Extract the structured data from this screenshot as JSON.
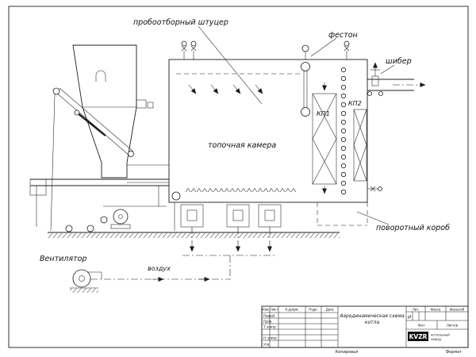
{
  "drawing": {
    "labels": {
      "sampling_fitting": "пробоотборный штуцер",
      "festoon": "фестон",
      "damper": "шибер",
      "kp1": "КП1",
      "kp2": "КП2",
      "furnace_chamber": "топочная камера",
      "turning_duct": "поворотный короб",
      "fan": "Вентилятор",
      "air": "воздух"
    }
  },
  "title_block": {
    "document_title_line1": "Аэродинамическая схема",
    "document_title_line2": "котла",
    "columns": {
      "izm": "Изм.",
      "list": "Лист",
      "n_dokum": "N докум.",
      "podp": "Подп.",
      "data": "Дата"
    },
    "rows": {
      "razrab": "Разраб.",
      "prov": "Пров.",
      "t_kontr": "Т. контр.",
      "n_kontr": "Н. контр.",
      "utv": "Утв."
    },
    "lit_label": "Лит.",
    "lit_value": "И",
    "mass_label": "Масса",
    "scale_label": "Масштаб",
    "sheet_label": "Лист",
    "sheets_label": "Листов",
    "company_logo": "KVZR",
    "company_name_line1": "КОТЕЛЬНЫЙ",
    "company_name_line2": "ЗАВОД"
  },
  "footer": {
    "copied": "Копировал",
    "format": "Формат"
  }
}
